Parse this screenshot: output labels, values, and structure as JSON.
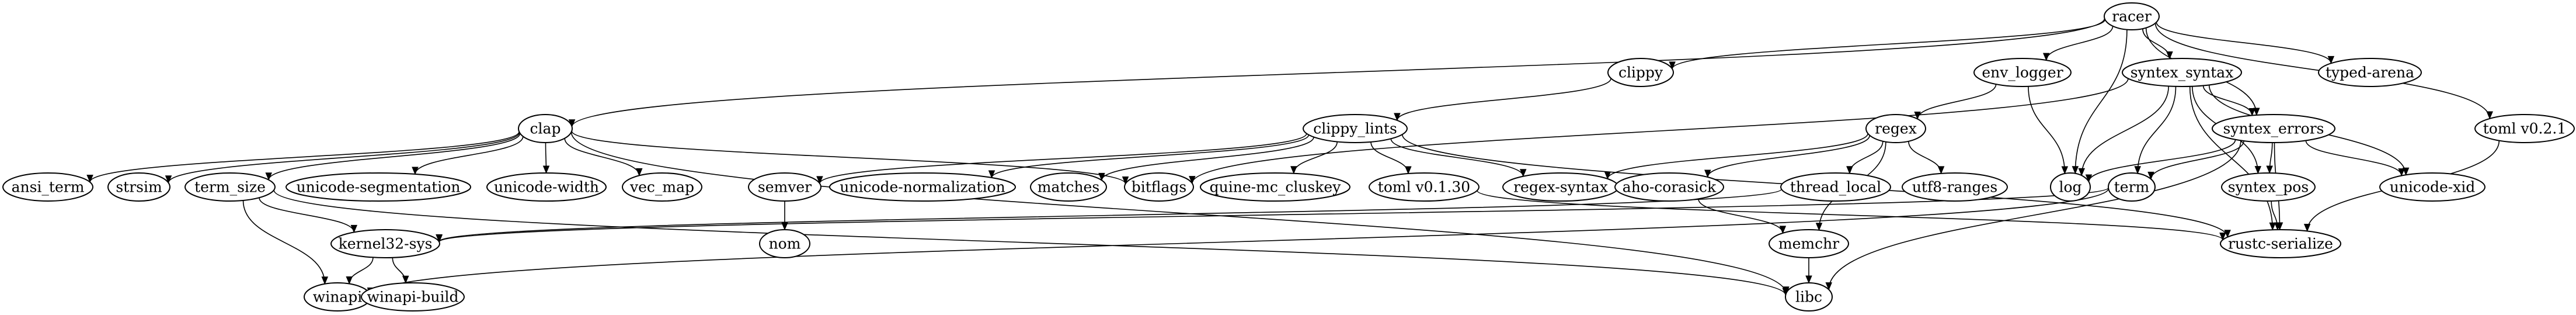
{
  "diagram": {
    "nodes": [
      {
        "id": "racer",
        "label": "racer"
      },
      {
        "id": "clippy",
        "label": "clippy"
      },
      {
        "id": "env_logger",
        "label": "env_logger"
      },
      {
        "id": "syntex_syntax",
        "label": "syntex_syntax"
      },
      {
        "id": "typed_arena",
        "label": "typed-arena"
      },
      {
        "id": "clap",
        "label": "clap"
      },
      {
        "id": "clippy_lints",
        "label": "clippy_lints"
      },
      {
        "id": "regex",
        "label": "regex"
      },
      {
        "id": "syntex_errors",
        "label": "syntex_errors"
      },
      {
        "id": "toml_021",
        "label": "toml v0.2.1"
      },
      {
        "id": "ansi_term",
        "label": "ansi_term"
      },
      {
        "id": "strsim",
        "label": "strsim"
      },
      {
        "id": "term_size",
        "label": "term_size"
      },
      {
        "id": "unicode_segmentation",
        "label": "unicode-segmentation"
      },
      {
        "id": "unicode_width",
        "label": "unicode-width"
      },
      {
        "id": "vec_map",
        "label": "vec_map"
      },
      {
        "id": "semver",
        "label": "semver"
      },
      {
        "id": "unicode_normalization",
        "label": "unicode-normalization"
      },
      {
        "id": "matches",
        "label": "matches"
      },
      {
        "id": "bitflags",
        "label": "bitflags"
      },
      {
        "id": "quine_mc_cluskey",
        "label": "quine-mc_cluskey"
      },
      {
        "id": "toml_0130",
        "label": "toml v0.1.30"
      },
      {
        "id": "regex_syntax",
        "label": "regex-syntax"
      },
      {
        "id": "aho_corasick",
        "label": "aho-corasick"
      },
      {
        "id": "thread_local",
        "label": "thread_local"
      },
      {
        "id": "utf8_ranges",
        "label": "utf8-ranges"
      },
      {
        "id": "log",
        "label": "log"
      },
      {
        "id": "term",
        "label": "term"
      },
      {
        "id": "syntex_pos",
        "label": "syntex_pos"
      },
      {
        "id": "unicode_xid",
        "label": "unicode-xid"
      },
      {
        "id": "kernel32_sys",
        "label": "kernel32-sys"
      },
      {
        "id": "nom",
        "label": "nom"
      },
      {
        "id": "memchr",
        "label": "memchr"
      },
      {
        "id": "rustc_serialize",
        "label": "rustc-serialize"
      },
      {
        "id": "winapi",
        "label": "winapi"
      },
      {
        "id": "winapi_build",
        "label": "winapi-build"
      },
      {
        "id": "libc",
        "label": "libc"
      }
    ],
    "edges": [
      {
        "from": "racer",
        "to": "clap"
      },
      {
        "from": "racer",
        "to": "clippy"
      },
      {
        "from": "racer",
        "to": "env_logger"
      },
      {
        "from": "racer",
        "to": "log"
      },
      {
        "from": "racer",
        "to": "syntex_syntax"
      },
      {
        "from": "racer",
        "to": "syntex_errors"
      },
      {
        "from": "racer",
        "to": "typed_arena"
      },
      {
        "from": "racer",
        "to": "toml_021"
      },
      {
        "from": "clippy",
        "to": "clippy_lints"
      },
      {
        "from": "env_logger",
        "to": "regex"
      },
      {
        "from": "env_logger",
        "to": "log"
      },
      {
        "from": "syntex_syntax",
        "to": "bitflags"
      },
      {
        "from": "syntex_syntax",
        "to": "log"
      },
      {
        "from": "syntex_syntax",
        "to": "rustc_serialize"
      },
      {
        "from": "syntex_syntax",
        "to": "syntex_errors"
      },
      {
        "from": "syntex_syntax",
        "to": "syntex_pos"
      },
      {
        "from": "syntex_syntax",
        "to": "term"
      },
      {
        "from": "syntex_syntax",
        "to": "unicode_xid"
      },
      {
        "from": "clap",
        "to": "ansi_term"
      },
      {
        "from": "clap",
        "to": "strsim"
      },
      {
        "from": "clap",
        "to": "term_size"
      },
      {
        "from": "clap",
        "to": "unicode_segmentation"
      },
      {
        "from": "clap",
        "to": "unicode_width"
      },
      {
        "from": "clap",
        "to": "vec_map"
      },
      {
        "from": "clap",
        "to": "bitflags"
      },
      {
        "from": "clap",
        "to": "libc"
      },
      {
        "from": "clippy_lints",
        "to": "semver"
      },
      {
        "from": "clippy_lints",
        "to": "unicode_normalization"
      },
      {
        "from": "clippy_lints",
        "to": "matches"
      },
      {
        "from": "clippy_lints",
        "to": "quine_mc_cluskey"
      },
      {
        "from": "clippy_lints",
        "to": "toml_0130"
      },
      {
        "from": "clippy_lints",
        "to": "regex_syntax"
      },
      {
        "from": "clippy_lints",
        "to": "rustc_serialize"
      },
      {
        "from": "regex",
        "to": "aho_corasick"
      },
      {
        "from": "regex",
        "to": "memchr"
      },
      {
        "from": "regex",
        "to": "regex_syntax"
      },
      {
        "from": "regex",
        "to": "thread_local"
      },
      {
        "from": "regex",
        "to": "utf8_ranges"
      },
      {
        "from": "syntex_errors",
        "to": "libc"
      },
      {
        "from": "syntex_errors",
        "to": "log"
      },
      {
        "from": "syntex_errors",
        "to": "rustc_serialize"
      },
      {
        "from": "syntex_errors",
        "to": "syntex_pos"
      },
      {
        "from": "syntex_errors",
        "to": "term"
      },
      {
        "from": "syntex_errors",
        "to": "unicode_xid"
      },
      {
        "from": "toml_021",
        "to": "rustc_serialize"
      },
      {
        "from": "term_size",
        "to": "kernel32_sys"
      },
      {
        "from": "term_size",
        "to": "libc"
      },
      {
        "from": "term_size",
        "to": "winapi"
      },
      {
        "from": "semver",
        "to": "nom"
      },
      {
        "from": "toml_0130",
        "to": "rustc_serialize"
      },
      {
        "from": "aho_corasick",
        "to": "memchr"
      },
      {
        "from": "thread_local",
        "to": "kernel32_sys"
      },
      {
        "from": "term",
        "to": "kernel32_sys"
      },
      {
        "from": "term",
        "to": "winapi"
      },
      {
        "from": "syntex_pos",
        "to": "rustc_serialize"
      },
      {
        "from": "kernel32_sys",
        "to": "winapi"
      },
      {
        "from": "kernel32_sys",
        "to": "winapi_build"
      },
      {
        "from": "memchr",
        "to": "libc"
      }
    ]
  }
}
